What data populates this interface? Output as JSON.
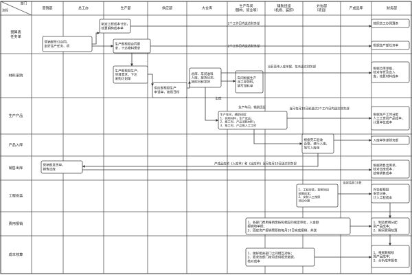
{
  "corner": {
    "top": "部门",
    "bottom": "流程"
  },
  "columns": [
    "营销部",
    "总工办",
    "生产部",
    "供应部",
    "大仓库",
    "生产车间\n（钢构、管业等）",
    "辅助班组\n（机修、装卸）",
    "外协部\n（项目）",
    "产成品库",
    "财务部"
  ],
  "rows": [
    "预算表\n任务单",
    "材料采购",
    "生产产品",
    "产品入库",
    "销售出库",
    "工程安装",
    "费用报销",
    "成本核算"
  ],
  "boxes": [
    {
      "id": "b1",
      "text": "营销部签订合同，\n定好生产任务、项"
    },
    {
      "id": "b2",
      "text": "制定工程成本计划，\n核算钢构成本单"
    },
    {
      "id": "b3",
      "text": "生产部根据合同要\n求，下达物料需求"
    },
    {
      "id": "b4",
      "text": "按照总工办预算表"
    },
    {
      "id": "b5",
      "text": "根据生产部任务单"
    },
    {
      "id": "b6",
      "text": "生产部根据生产、\n项目需求，下达\n采购计划单"
    },
    {
      "id": "b7",
      "text": "供应部根据生产\n申请单，按照日程"
    },
    {
      "id": "b8",
      "text": "总库、车间收料\n入库，报货日志，\n按照日程发货"
    },
    {
      "id": "b9",
      "text": "根据仓库单据，\n核对存货及出入\n库，核算材料成本"
    },
    {
      "id": "b10",
      "text": "车间根据生产\n派工单领料，\n填写领料单"
    },
    {
      "id": "b11",
      "text": "生产车间，辅助班组：\n1、领用材料，生产成品；\n2、报工时，产品消耗材料；\n3、报工时，产品报人工工时"
    },
    {
      "id": "b12",
      "text": "根据生产工时分配\n人工工资到产品成本，\n计算单位成本"
    },
    {
      "id": "b13",
      "text": "根据完工验收\n合格，进行入库，\n填写入库单"
    },
    {
      "id": "b14",
      "text": "入库单传递财务部"
    },
    {
      "id": "b15",
      "text": "营销部发货单，\n销售出库"
    },
    {
      "id": "b16",
      "text": "根据销售出库单，\n核对出库成本，\n结转销售成本"
    },
    {
      "id": "b17",
      "text": "1、工程安装，按照项目\n核算成本；\n2、安装人工按照\n项目分摊"
    },
    {
      "id": "b18",
      "text": "外协部根据\n安装记录，\n计入工程成本"
    },
    {
      "id": "b19",
      "text": "1、各部门费用报销需按照相应的规定审批，入金额\n报销和单据；\n2、固定资产报销需要按每月10日完成报销，并送"
    },
    {
      "id": "b20",
      "text": "1、制造费用分配\n到产品成本；\n2、期间费用核算"
    },
    {
      "id": "b21",
      "text": "1、做好相关部门之间相互对帐；\n2、要求各部门按月提供相关数据，\n核对成本"
    },
    {
      "id": "b22",
      "text": "1、根据数据核\n算产品成本；\n2、分析成本报表"
    }
  ],
  "notes": [
    {
      "id": "n1",
      "text": "2个工作日内送达财务部"
    },
    {
      "id": "n2",
      "text": "2个工作日内送达财务部"
    },
    {
      "id": "n3",
      "text": "当日直传入库单据，每天送达财务部"
    },
    {
      "id": "n4",
      "text": "生产车间，辅助班组"
    },
    {
      "id": "n5",
      "text": "当月每月10日前送达2个工作日内送达财务部"
    },
    {
      "id": "n6",
      "text": "产成品库的《入库单》和《出库单》当月每月10日送达财务部"
    },
    {
      "id": "n7",
      "text": "当月每月10日"
    },
    {
      "id": "n8",
      "text": "出库"
    }
  ]
}
